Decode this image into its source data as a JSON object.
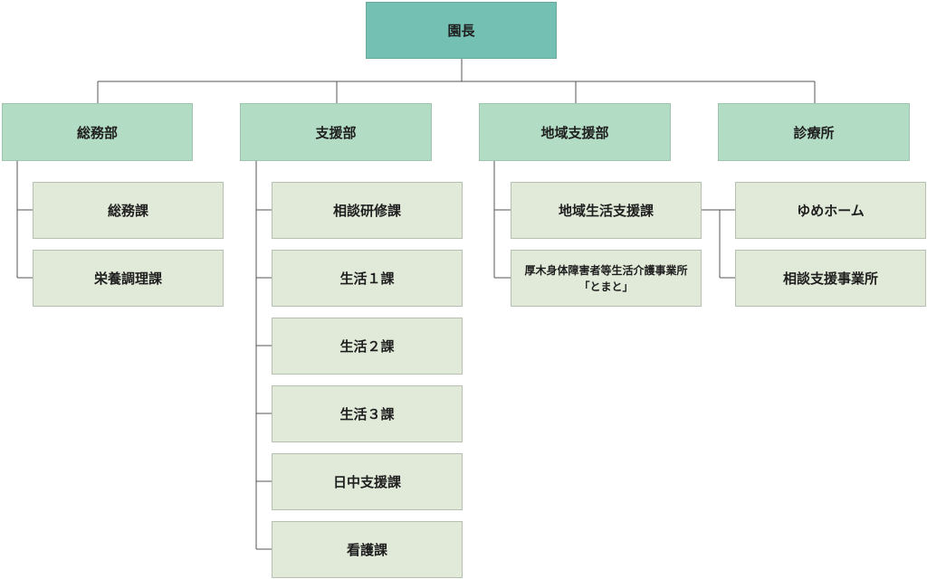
{
  "root": {
    "label": "園長"
  },
  "departments": [
    {
      "label": "総務部",
      "sections": [
        "総務課",
        "栄養調理課"
      ]
    },
    {
      "label": "支援部",
      "sections": [
        "相談研修課",
        "生活１課",
        "生活２課",
        "生活３課",
        "日中支援課",
        "看護課"
      ]
    },
    {
      "label": "地域支援部",
      "sections": [
        "地域生活支援課",
        "厚木身体障害者等生活介護事業所",
        "「とまと」"
      ]
    },
    {
      "label": "診療所",
      "sections": []
    }
  ],
  "extra_sections": [
    "ゆめホーム",
    "相談支援事業所"
  ]
}
